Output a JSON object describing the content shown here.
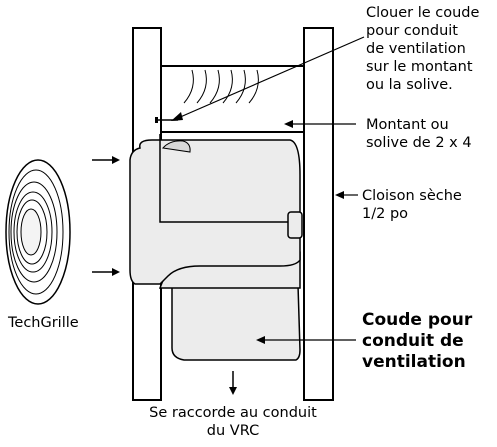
{
  "labels": {
    "elbow_fastening": [
      "Clouer le coude",
      "pour conduit",
      "de ventilation",
      "sur le montant",
      "ou la solive."
    ],
    "stud_joist": [
      "Montant ou",
      "solive de 2 x 4"
    ],
    "drywall": [
      "Cloison sèche",
      "1/2 po"
    ],
    "techgrille": "TechGrille",
    "duct_elbow": [
      "Coude pour",
      "conduit de",
      "ventilation"
    ],
    "connects": [
      "Se raccorde au conduit",
      "du VRC"
    ]
  }
}
